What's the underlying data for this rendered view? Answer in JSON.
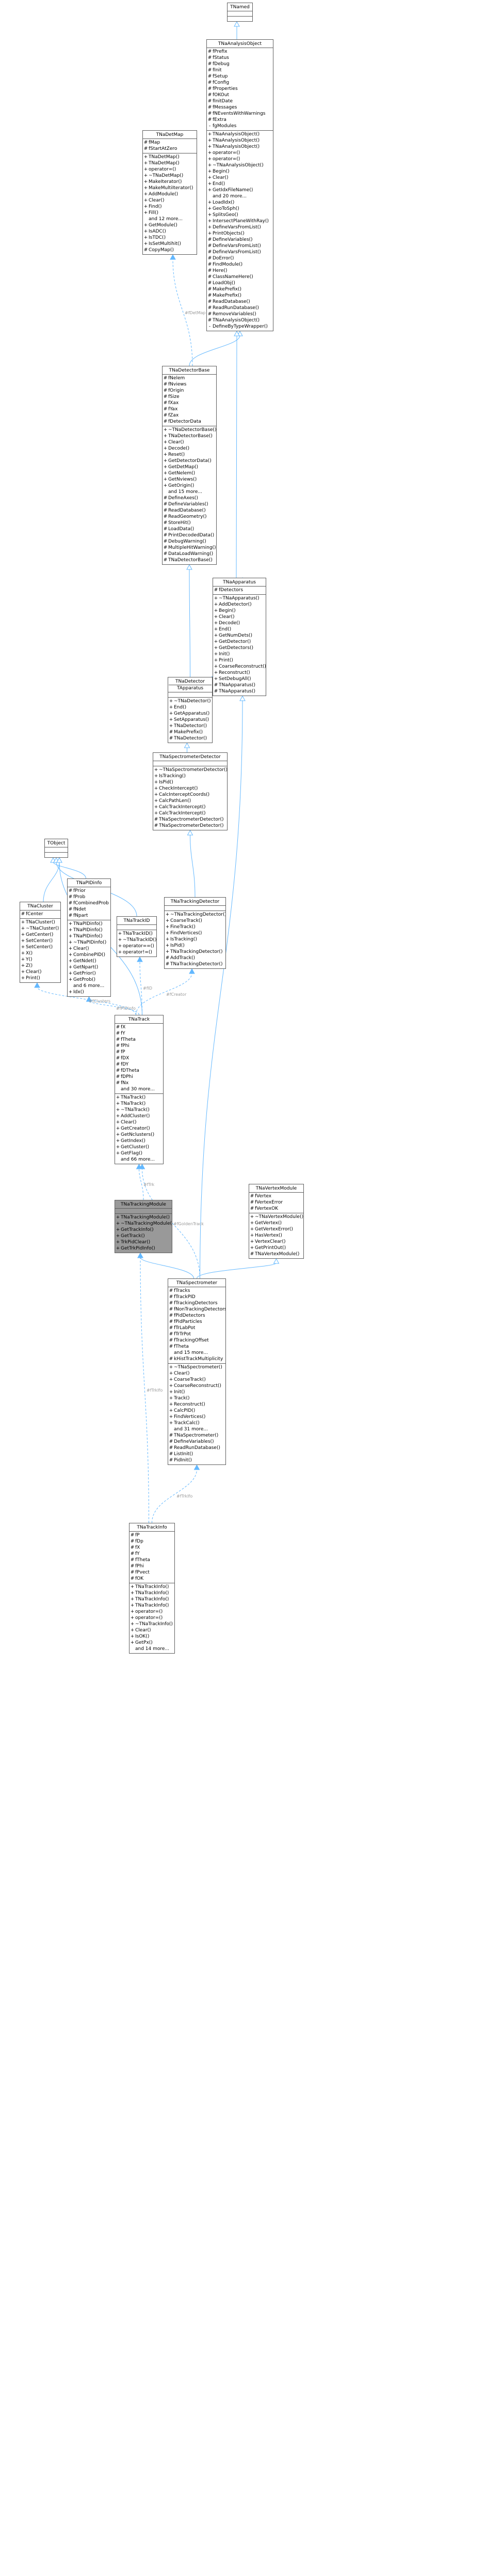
{
  "colors": {
    "edge": "#63b8ff",
    "edge_label": "#9a9a9a",
    "box_border": "#5d5d5d",
    "focus_fill": "#999999"
  },
  "classes": [
    {
      "id": "TNamed",
      "name": "TNamed",
      "focus": false,
      "sections": [
        [],
        []
      ]
    },
    {
      "id": "TNaAnalysisObject",
      "name": "TNaAnalysisObject",
      "focus": false,
      "sections": [
        [
          "# fPrefix",
          "# fStatus",
          "# fDebug",
          "# fInit",
          "# fSetup",
          "# fConfig",
          "# fProperties",
          "# fOKOut",
          "# fInitDate",
          "# fMessages",
          "# fNEventsWithWarnings",
          "# fExtra",
          "- fgModules"
        ],
        [
          "+ TNaAnalysisObject()",
          "+ TNaAnalysisObject()",
          "+ TNaAnalysisObject()",
          "+ operator=()",
          "+ operator=()",
          "+ ~TNaAnalysisObject()",
          "+ Begin()",
          "+ Clear()",
          "+ End()",
          "+ GetIdxFileName()",
          "  and 20 more...",
          "+ LoadIdx()",
          "+ GeoToSph()",
          "+ SplitsGeo()",
          "+ IntersectPlaneWithRay()",
          "+ DefineVarsFromList()",
          "+ PrintObjects()",
          "# DefineVariables()",
          "# DefineVarsFromList()",
          "# DefineVarsFromList()",
          "# DoError()",
          "# FindModule()",
          "# Here()",
          "# ClassNameHere()",
          "# LoadObj()",
          "# MakePrefix()",
          "# MakePrefix()",
          "# ReadDatabase()",
          "# ReadRunDatabase()",
          "# RemoveVariables()",
          "# TNaAnalysisObject()",
          "- DefineByTypeWrapper()"
        ]
      ]
    },
    {
      "id": "TNaDetMap",
      "name": "TNaDetMap",
      "focus": false,
      "sections": [
        [
          "# fMap",
          "# fStartAtZero"
        ],
        [
          "+ TNaDetMap()",
          "+ TNaDetMap()",
          "+ operator=()",
          "+ ~TNaDetMap()",
          "+ MakeIterator()",
          "+ MakeMultiIterator()",
          "+ AddModule()",
          "+ Clear()",
          "+ Find()",
          "+ Fill()",
          "  and 12 more...",
          "+ GetModule()",
          "+ IsADC()",
          "+ IsTDC()",
          "+ IsSetMultihit()",
          "# CopyMap()"
        ]
      ]
    },
    {
      "id": "TNaDetectorBase",
      "name": "TNaDetectorBase",
      "focus": false,
      "sections": [
        [
          "# fNelem",
          "# fNviews",
          "# fOrigin",
          "# fSize",
          "# fXax",
          "# fYax",
          "# fZax",
          "# fDetectorData"
        ],
        [
          "+ ~TNaDetectorBase()",
          "+ TNaDetectorBase()",
          "+ Clear()",
          "+ Decode()",
          "+ Reset()",
          "+ GetDetectorData()",
          "+ GetDetMap()",
          "+ GetNelem()",
          "+ GetNviews()",
          "+ GetOrigin()",
          "  and 15 more...",
          "# DefineAxes()",
          "# DefineVariables()",
          "# ReadDatabase()",
          "# ReadGeometry()",
          "# StoreHit()",
          "# LoadData()",
          "# PrintDecodedData()",
          "# DebugWarning()",
          "# MultipleHitWarning()",
          "# DataLoadWarning()",
          "# TNaDetectorBase()"
        ]
      ]
    },
    {
      "id": "TNaApparatus",
      "name": "TNaApparatus",
      "focus": false,
      "sections": [
        [
          "# fDetectors"
        ],
        [
          "+ ~TNaApparatus()",
          "+ AddDetector()",
          "+ Begin()",
          "+ Clear()",
          "+ Decode()",
          "+ End()",
          "+ GetNumDets()",
          "+ GetDetector()",
          "+ GetDetectors()",
          "+ Init()",
          "+ Print()",
          "+ CoarseReconstruct()",
          "+ Reconstruct()",
          "+ SetDebugAll()",
          "# TNaApparatus()",
          "# TNaApparatus()"
        ]
      ]
    },
    {
      "id": "TNaDetector",
      "name": "TNaDetector\nTApparatus",
      "focus": false,
      "sections": [
        [],
        [
          "+ ~TNaDetector()",
          "+ End()",
          "+ GetApparatus()",
          "+ SetApparatus()",
          "+ TNaDetector()",
          "# MakePrefix()",
          "# TNaDetector()"
        ]
      ]
    },
    {
      "id": "TNaSpectrometerDetector",
      "name": "TNaSpectrometerDetector",
      "focus": false,
      "sections": [
        [],
        [
          "+ ~TNaSpectrometerDetector()",
          "+ IsTracking()",
          "+ IsPid()",
          "+ CheckIntercept()",
          "+ CalcInterceptCoords()",
          "+ CalcPathLen()",
          "+ CalcTrackIntercept()",
          "+ CalcTrackIntercept()",
          "# TNaSpectrometerDetector()",
          "# TNaSpectrometerDetector()"
        ]
      ]
    },
    {
      "id": "TObject",
      "name": "TObject",
      "focus": false,
      "sections": [
        [],
        []
      ]
    },
    {
      "id": "TNaCluster",
      "name": "TNaCluster",
      "focus": false,
      "sections": [
        [
          "# fCenter"
        ],
        [
          "+ TNaCluster()",
          "+ ~TNaCluster()",
          "+ GetCenter()",
          "+ SetCenter()",
          "+ SetCenter()",
          "+ X()",
          "+ Y()",
          "+ Z()",
          "+ Clear()",
          "+ Print()"
        ]
      ]
    },
    {
      "id": "TNaPIDinfo",
      "name": "TNaPIDinfo",
      "focus": false,
      "sections": [
        [
          "# fPrior",
          "# fProb",
          "# fCombinedProb",
          "# fNdet",
          "# fNpart"
        ],
        [
          "+ TNaPIDinfo()",
          "+ TNaPIDinfo()",
          "+ TNaPIDinfo()",
          "+ ~TNaPIDinfo()",
          "+ Clear()",
          "+ CombinePID()",
          "+ GetNdet()",
          "+ GetNpart()",
          "+ GetPrior()",
          "+ GetProb()",
          "  and 6 more...",
          "+ Idx()"
        ]
      ]
    },
    {
      "id": "TNaTrackID",
      "name": "TNaTrackID",
      "focus": false,
      "sections": [
        [],
        [
          "+ TNaTrackID()",
          "+ ~TNaTrackID()",
          "+ operator==()",
          "+ operator!=()"
        ]
      ]
    },
    {
      "id": "TNaTrackingDetector",
      "name": "TNaTrackingDetector",
      "focus": false,
      "sections": [
        [],
        [
          "+ ~TNaTrackingDetector()",
          "+ CoarseTrack()",
          "+ FineTrack()",
          "+ FindVertices()",
          "+ IsTracking()",
          "+ IsPid()",
          "+ TNaTrackingDetector()",
          "# AddTrack()",
          "# TNaTrackingDetector()"
        ]
      ]
    },
    {
      "id": "TNaTrack",
      "name": "TNaTrack",
      "focus": false,
      "sections": [
        [
          "# fX",
          "# fY",
          "# fTheta",
          "# fPhi",
          "# fP",
          "# fDX",
          "# fDY",
          "# fDTheta",
          "# fDPhi",
          "# fNx",
          "  and 30 more..."
        ],
        [
          "+ TNaTrack()",
          "+ TNaTrack()",
          "+ ~TNaTrack()",
          "+ AddCluster()",
          "+ Clear()",
          "+ GetCreator()",
          "+ GetNclusters()",
          "+ GetIndex()",
          "+ GetCluster()",
          "+ GetFlag()",
          "  and 66 more..."
        ]
      ]
    },
    {
      "id": "TNaTrackingModule",
      "name": "TNaTrackingModule",
      "focus": true,
      "sections": [
        [],
        [
          "+ TNaTrackingModule()",
          "+ ~TNaTrackingModule()",
          "+ GetTrackInfo()",
          "+ GetTrack()",
          "+ TrkPidClear()",
          "+ GetTrkPidInfo()"
        ]
      ]
    },
    {
      "id": "TNaVertexModule",
      "name": "TNaVertexModule",
      "focus": false,
      "sections": [
        [
          "# fVertex",
          "# fVertexError",
          "# fVertexOK"
        ],
        [
          "+ ~TNaVertexModule()",
          "+ GetVertex()",
          "+ GetVertexError()",
          "+ HasVertex()",
          "+ VertexClear()",
          "+ GetPrintOut()",
          "# TNaVertexModule()"
        ]
      ]
    },
    {
      "id": "TNaSpectrometer",
      "name": "TNaSpectrometer",
      "focus": false,
      "sections": [
        [
          "# fTracks",
          "# fTrackPID",
          "# fTrackingDetectors",
          "# fNonTrackingDetectors",
          "# fPidDetectors",
          "# fPidParticles",
          "# fTrLabPot",
          "# fTrTrPot",
          "# fTrackingOffset",
          "# fTheta",
          "  and 15 more...",
          "# kHistTrackMultiplicity"
        ],
        [
          "+ ~TNaSpectrometer()",
          "+ Clear()",
          "+ CoarseTrack()",
          "+ CoarseReconstruct()",
          "+ Init()",
          "+ Track()",
          "+ Reconstruct()",
          "+ CalcPID()",
          "+ FindVertices()",
          "+ TrackCalc()",
          "  and 31 more...",
          "# TNaSpectrometer()",
          "# DefineVariables()",
          "# ReadRunDatabase()",
          "# ListInit()",
          "# PidInit()"
        ]
      ]
    },
    {
      "id": "TNaTrackInfo",
      "name": "TNaTrackInfo",
      "focus": false,
      "sections": [
        [
          "# fP",
          "# fDp",
          "# fX",
          "# fY",
          "# fTheta",
          "# fPhi",
          "# fPvect",
          "# fOK"
        ],
        [
          "+ TNaTrackInfo()",
          "+ TNaTrackInfo()",
          "+ TNaTrackInfo()",
          "+ TNaTrackInfo()",
          "+ operator=()",
          "+ operator=()",
          "+ ~TNaTrackInfo()",
          "+ Clear()",
          "+ IsOK()",
          "+ GetPx()",
          "  and 14 more..."
        ]
      ]
    }
  ],
  "edges": [
    {
      "from": "TNaAnalysisObject",
      "to": "TNamed",
      "label": ""
    },
    {
      "from": "TNaDetectorBase",
      "to": "TNaAnalysisObject",
      "label": ""
    },
    {
      "from": "TNaDetectorBase",
      "to": "TNaDetMap",
      "label": "#fDetMap"
    },
    {
      "from": "TNaApparatus",
      "to": "TNaAnalysisObject",
      "label": ""
    },
    {
      "from": "TNaDetector",
      "to": "TNaDetectorBase",
      "label": ""
    },
    {
      "from": "TNaDetector",
      "to": "TNaApparatus",
      "label": ""
    },
    {
      "from": "TNaSpectrometerDetector",
      "to": "TNaDetector",
      "label": ""
    },
    {
      "from": "TNaTrackingDetector",
      "to": "TNaSpectrometerDetector",
      "label": ""
    },
    {
      "from": "TNaCluster",
      "to": "TObject",
      "label": ""
    },
    {
      "from": "TNaPIDinfo",
      "to": "TObject",
      "label": ""
    },
    {
      "from": "TNaTrackID",
      "to": "TObject",
      "label": ""
    },
    {
      "from": "TNaTrack",
      "to": "TObject",
      "label": ""
    },
    {
      "from": "TNaTrack",
      "to": "TNaCluster",
      "label": "#fClusters"
    },
    {
      "from": "TNaTrack",
      "to": "TNaPIDinfo",
      "label": "#fPIDinfo"
    },
    {
      "from": "TNaTrack",
      "to": "TNaTrackID",
      "label": "#fID"
    },
    {
      "from": "TNaTrack",
      "to": "TNaTrackingDetector",
      "label": "#fCreator"
    },
    {
      "from": "TNaTrackingModule",
      "to": "TNaTrack",
      "label": "#fTrk"
    },
    {
      "from": "TNaSpectrometer",
      "to": "TNaApparatus",
      "label": ""
    },
    {
      "from": "TNaSpectrometer",
      "to": "TNaTrackingModule",
      "label": ""
    },
    {
      "from": "TNaSpectrometer",
      "to": "TNaVertexModule",
      "label": ""
    },
    {
      "from": "TNaSpectrometer",
      "to": "TNaTrack",
      "label": "#fGoldenTrack"
    },
    {
      "from": "TNaTrackInfo",
      "to": "TNaTrackingModule",
      "label": "#fTrkIfo"
    },
    {
      "from": "TNaTrackInfo",
      "to": "TNaSpectrometer",
      "label": "#fTrkIfo"
    }
  ]
}
